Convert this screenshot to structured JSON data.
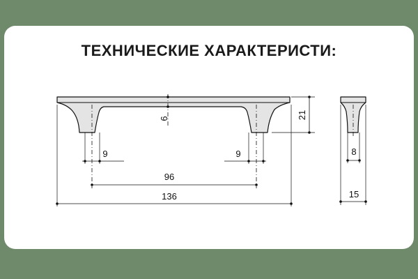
{
  "title": "ТЕХНИЧЕСКИЕ ХАРАКТЕРИСТИ:",
  "colors": {
    "frame": "#6f8a6a",
    "card": "#ffffff",
    "part_fill": "#e4e4e4",
    "line": "#111111"
  },
  "dimensions": {
    "height": "21",
    "thickness": "6",
    "leg_left": "9",
    "leg_right": "9",
    "center_distance": "96",
    "total_length": "136",
    "side_leg": "8",
    "side_width": "15"
  }
}
